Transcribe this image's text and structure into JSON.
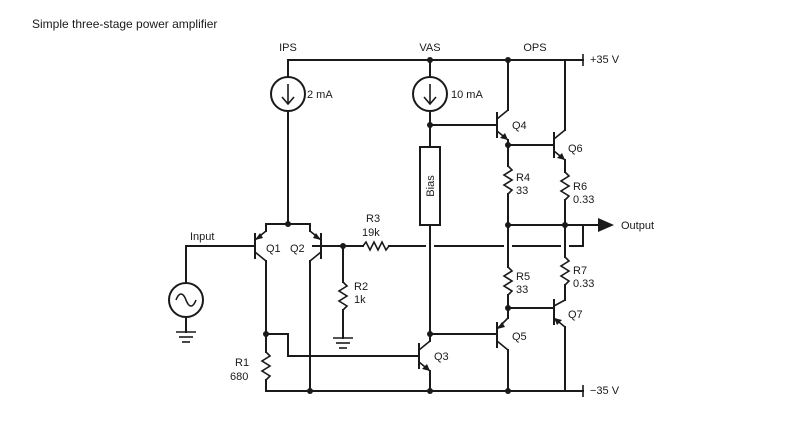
{
  "title": "Simple three-stage power amplifier",
  "stages": {
    "ips": "IPS",
    "vas": "VAS",
    "ops": "OPS"
  },
  "rails": {
    "positive": "+35 V",
    "negative": "−35 V"
  },
  "sources": {
    "ips_current": "2 mA",
    "vas_current": "10 mA"
  },
  "bias_label": "Bias",
  "input_label": "Input",
  "output_label": "Output",
  "transistors": {
    "q1": "Q1",
    "q2": "Q2",
    "q3": "Q3",
    "q4": "Q4",
    "q5": "Q5",
    "q6": "Q6",
    "q7": "Q7"
  },
  "resistors": {
    "r1": {
      "name": "R1",
      "value": "680"
    },
    "r2": {
      "name": "R2",
      "value": "1k"
    },
    "r3": {
      "name": "R3",
      "value": "19k"
    },
    "r4": {
      "name": "R4",
      "value": "33"
    },
    "r5": {
      "name": "R5",
      "value": "33"
    },
    "r6": {
      "name": "R6",
      "value": "0.33"
    },
    "r7": {
      "name": "R7",
      "value": "0.33"
    }
  }
}
